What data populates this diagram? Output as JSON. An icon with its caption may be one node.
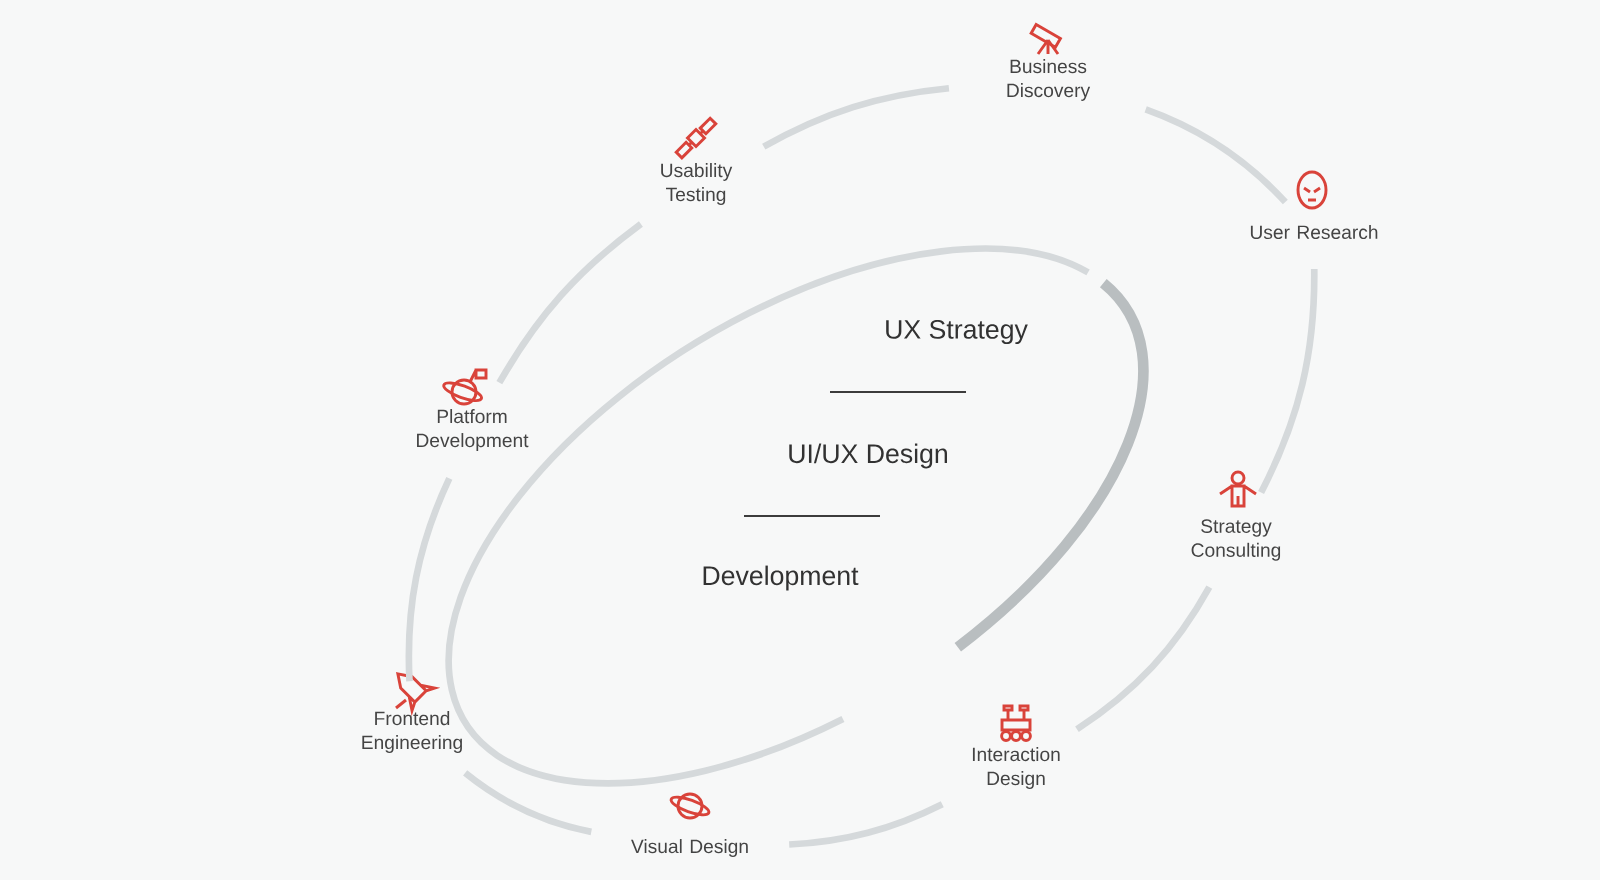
{
  "diagram": {
    "nodes": [
      {
        "text": [
          "Business Discovery"
        ]
      },
      {
        "text": [
          "User Research"
        ]
      },
      {
        "text": [
          "Strategy Consulting"
        ]
      },
      {
        "text": [
          "Interaction Design"
        ]
      },
      {
        "text": [
          "Visual Design"
        ]
      },
      {
        "text": [
          "Frontend Engineering"
        ]
      },
      {
        "text": [
          "Platform Development"
        ]
      },
      {
        "text": [
          "Usability Testing"
        ]
      }
    ],
    "edges": [
      {
        "from": 0,
        "to": 1,
        "arrow": "none"
      },
      {
        "from": 1,
        "to": 2,
        "arrow": "none"
      },
      {
        "from": 2,
        "to": 3,
        "arrow": "none"
      },
      {
        "from": 3,
        "to": 4,
        "arrow": "none"
      },
      {
        "from": 4,
        "to": 5,
        "arrow": "none"
      },
      {
        "from": 5,
        "to": 6,
        "arrow": "none"
      },
      {
        "from": 6,
        "to": 7,
        "arrow": "none"
      },
      {
        "from": 7,
        "to": 0,
        "arrow": "none"
      }
    ],
    "labels": [
      "UX Strategy",
      "UI/UX Design",
      "Development"
    ]
  }
}
